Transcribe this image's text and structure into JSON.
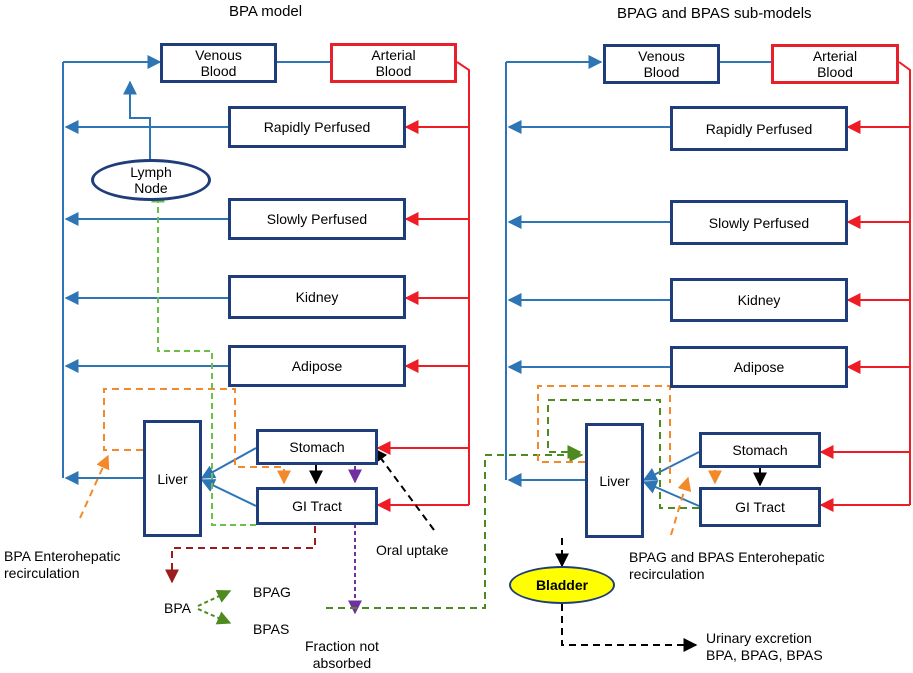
{
  "titles": {
    "left": "BPA model",
    "right": "BPAG and BPAS  sub-models"
  },
  "left_model": {
    "venous_blood": "Venous\nBlood",
    "arterial_blood": "Arterial\nBlood",
    "rapidly_perfused": "Rapidly Perfused",
    "lymph_node": "Lymph\nNode",
    "slowly_perfused": "Slowly Perfused",
    "kidney": "Kidney",
    "adipose": "Adipose",
    "liver": "Liver",
    "stomach": "Stomach",
    "gi_tract": "GI Tract"
  },
  "right_model": {
    "venous_blood": "Venous\nBlood",
    "arterial_blood": "Arterial\nBlood",
    "rapidly_perfused": "Rapidly Perfused",
    "slowly_perfused": "Slowly Perfused",
    "kidney": "Kidney",
    "adipose": "Adipose",
    "liver": "Liver",
    "stomach": "Stomach",
    "gi_tract": "GI Tract",
    "bladder": "Bladder"
  },
  "annotations": {
    "bpa_enterohepatic": "BPA Enterohepatic\nrecirculation",
    "oral_uptake": "Oral uptake",
    "fraction_not_absorbed": "Fraction not\nabsorbed",
    "bpag_bpas_enterohepatic": "BPAG and BPAS Enterohepatic\nrecirculation",
    "urinary_excretion": "Urinary excretion\nBPA, BPAG, BPAS"
  },
  "metabolism": {
    "parent": "BPA",
    "product1": "BPAG",
    "product2": "BPAS"
  },
  "colors": {
    "venous_flow": "#2e75b6",
    "arterial_flow": "#ee1c25",
    "box_border": "#1f3d7a",
    "enterohepatic": "#f4892a",
    "lymph": "#6cc04a",
    "conjugate_transfer": "#4e8a1f",
    "fecal": "#9b1c1c",
    "unabsorbed": "#7030a0",
    "bladder_fill": "#ffff00"
  }
}
